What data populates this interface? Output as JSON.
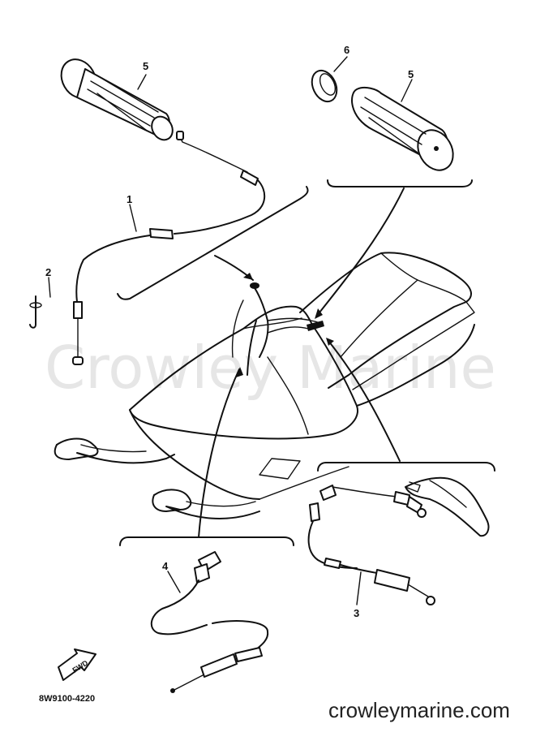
{
  "callouts": {
    "p1": "1",
    "p2": "2",
    "p3": "3",
    "p4": "4",
    "p5a": "5",
    "p5b": "5",
    "p6": "6"
  },
  "watermark": "Crowley Marine",
  "website": "crowleymarine.com",
  "diagram_code": "8W9100-4220",
  "fwd_label": "FWD"
}
